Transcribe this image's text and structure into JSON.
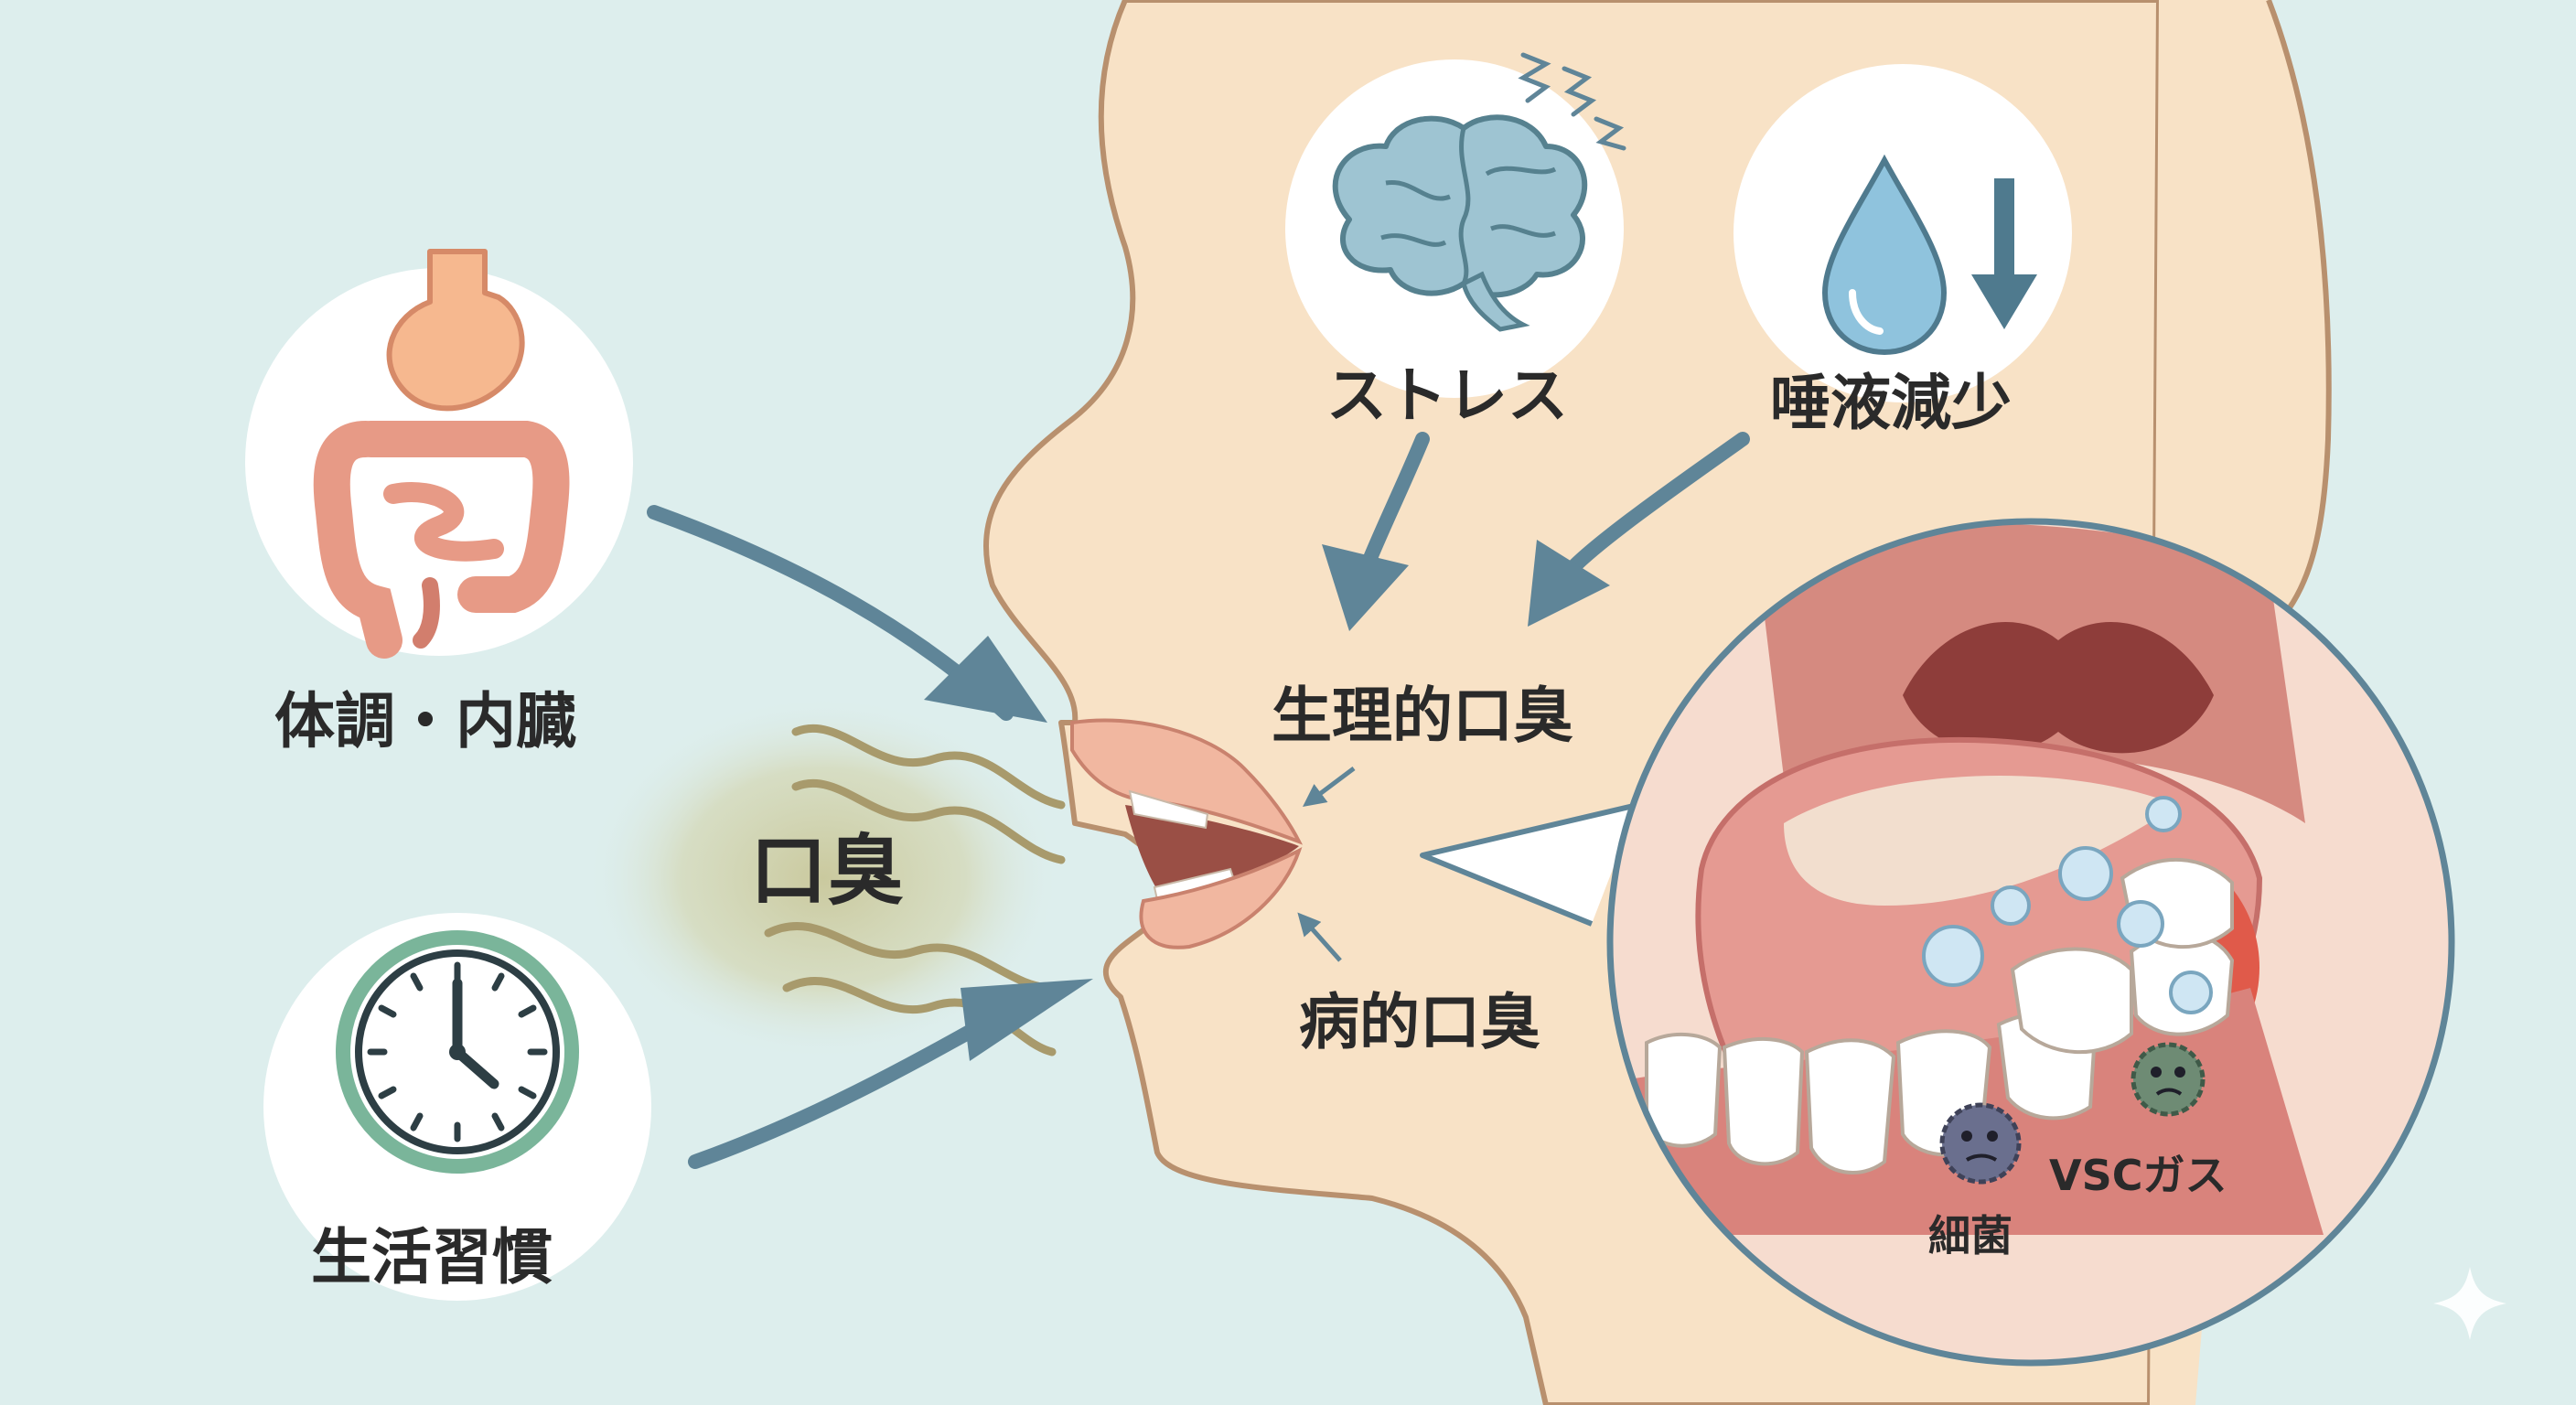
{
  "factors": {
    "body": "体調・内臓",
    "lifestyle": "生活習慣",
    "stress": "ストレス",
    "saliva": "唾液減少"
  },
  "center": "口臭",
  "types": {
    "physiological": "生理的口臭",
    "pathological": "病的口臭"
  },
  "mouth_detail": {
    "gas": "VSCガス",
    "bacteria": "細菌"
  },
  "colors": {
    "background": "#ddeeed",
    "skin": "#f8e2c6",
    "outline": "#b8906e",
    "arrow": "#5f8598",
    "breath": "#a89a6c"
  },
  "icons": [
    "stomach-intestine-icon",
    "clock-icon",
    "brain-icon",
    "water-drop-icon",
    "down-arrow-icon",
    "bacteria-icon",
    "sparkle-icon"
  ]
}
